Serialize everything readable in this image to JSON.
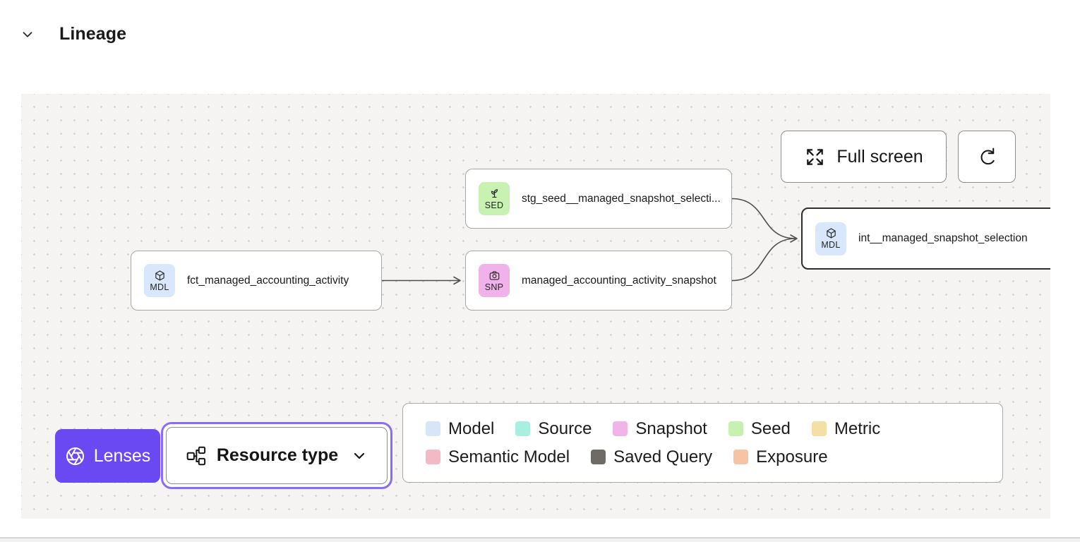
{
  "header": {
    "title": "Lineage"
  },
  "canvas": {
    "toolbar": {
      "full_screen_label": "Full screen"
    },
    "nodes": [
      {
        "type": "seed",
        "badge": "SED",
        "label": "stg_seed__managed_snapshot_selecti..."
      },
      {
        "type": "model",
        "badge": "MDL",
        "label": "fct_managed_accounting_activity"
      },
      {
        "type": "snapshot",
        "badge": "SNP",
        "label": "managed_accounting_activity_snapshot"
      },
      {
        "type": "model",
        "badge": "MDL",
        "label": "int__managed_snapshot_selection",
        "selected": true
      }
    ],
    "lenses_button": {
      "label": "Lenses"
    },
    "resource_type_dropdown": {
      "label": "Resource type"
    },
    "legend": {
      "items": [
        {
          "label": "Model",
          "color": "#d6e5f8"
        },
        {
          "label": "Source",
          "color": "#a8efdf"
        },
        {
          "label": "Snapshot",
          "color": "#efb5e9"
        },
        {
          "label": "Seed",
          "color": "#c7f1b0"
        },
        {
          "label": "Metric",
          "color": "#f6dfa4"
        },
        {
          "label": "Semantic Model",
          "color": "#f3bac6"
        },
        {
          "label": "Saved Query",
          "color": "#6e6a66"
        },
        {
          "label": "Exposure",
          "color": "#f6c4a4"
        }
      ]
    }
  },
  "colors": {
    "accent_purple": "#6a48f2",
    "badge_model": "#d8e7fb",
    "badge_seed": "#c8f2b2",
    "badge_snapshot": "#f1b2ec"
  }
}
